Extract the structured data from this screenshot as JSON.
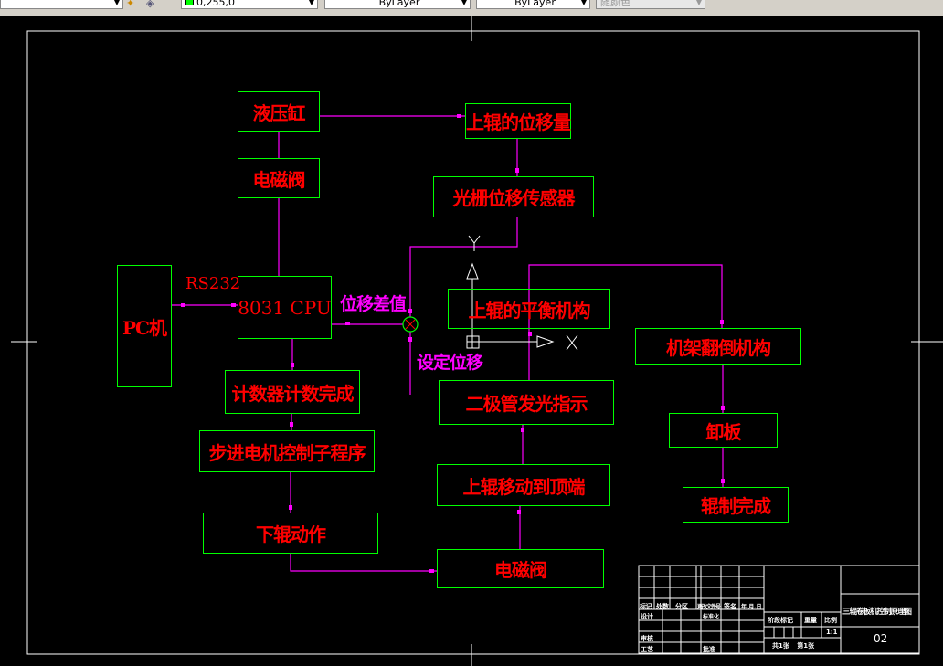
{
  "toolbar": {
    "color_value": "0,255,0",
    "linetype": "ByLayer",
    "lineweight": "ByLayer",
    "plotstyle": "随颜色",
    "accent_color": "#00ff00"
  },
  "colors": {
    "background": "#000000",
    "box_border": "#00ff00",
    "box_text": "#ff0000",
    "connector": "#ff00ff",
    "frame": "#ffffff"
  },
  "blocks": {
    "hydraulic_cylinder": "液压缸",
    "solenoid_valve_top": "电磁阀",
    "upper_roll_displacement": "上辊的位移量",
    "grating_sensor": "光栅位移传感器",
    "pc": "PC机",
    "cpu": "8031 CPU",
    "upper_roll_balance": "上辊的平衡机构",
    "frame_tilt": "机架翻倒机构",
    "unload": "卸板",
    "rolling_done": "辊制完成",
    "counter_done": "计数器计数完成",
    "diode_indicator": "二极管发光指示",
    "stepper_subroutine": "步进电机控制子程序",
    "upper_roll_top": "上辊移动到顶端",
    "lower_roll_action": "下辊动作",
    "solenoid_valve_bottom": "电磁阀"
  },
  "labels": {
    "rs232": "RS232",
    "displacement_diff": "位移差值",
    "set_displacement": "设定位移",
    "ucs_x": "X",
    "ucs_y": "Y"
  },
  "title_block": {
    "row_headers": [
      "标记",
      "处数",
      "分区",
      "更改文件号",
      "签名",
      "年.月.日"
    ],
    "design": "设计",
    "standardization": "标准化",
    "review": "审核",
    "process": "工艺",
    "approve": "批准",
    "stage_mark": "阶段标记",
    "weight": "重量",
    "scale": "比例",
    "scale_value": "1:1",
    "sheets": "共1张 第1张",
    "drawing_title": "三辊卷板机控制原理图",
    "drawing_number": "02"
  }
}
